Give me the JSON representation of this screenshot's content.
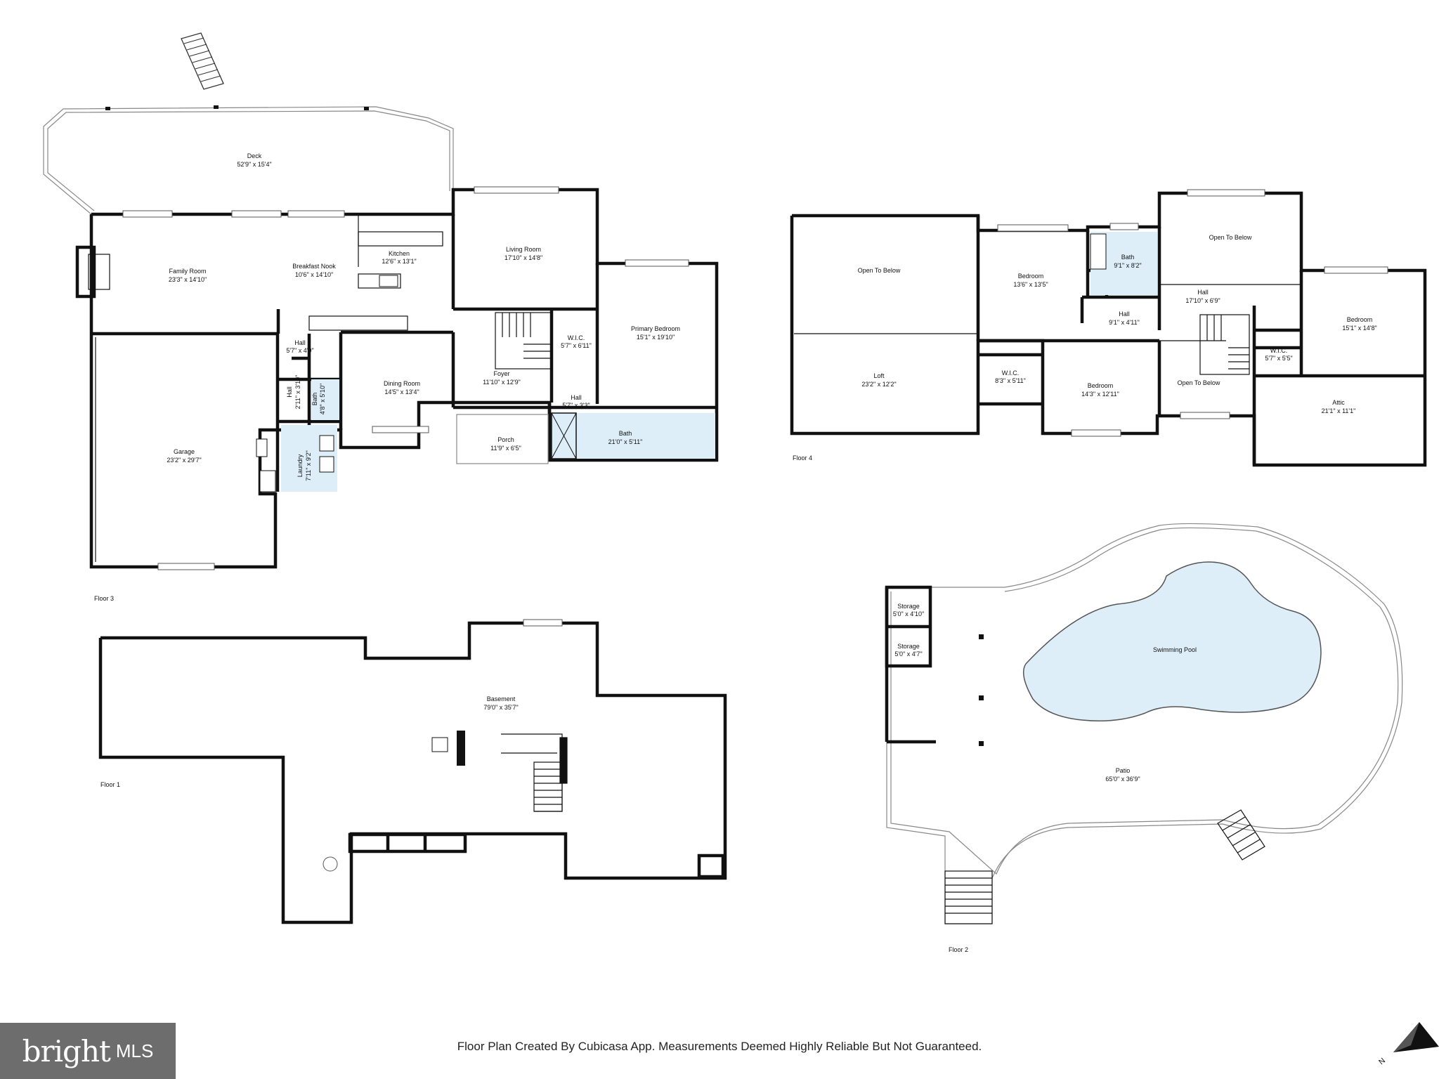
{
  "floors": {
    "floor3": "Floor 3",
    "floor4": "Floor 4",
    "floor1": "Floor 1",
    "floor2": "Floor 2"
  },
  "rooms": {
    "deck": {
      "name": "Deck",
      "dim": "52'9\" x 15'4\""
    },
    "family": {
      "name": "Family Room",
      "dim": "23'3\" x 14'10\""
    },
    "nook": {
      "name": "Breakfast Nook",
      "dim": "10'6\" x 14'10\""
    },
    "kitchen": {
      "name": "Kitchen",
      "dim": "12'6\" x 13'1\""
    },
    "living": {
      "name": "Living Room",
      "dim": "17'10\" x 14'8\""
    },
    "primary": {
      "name": "Primary Bedroom",
      "dim": "15'1\" x 19'10\""
    },
    "wic3": {
      "name": "W.I.C.",
      "dim": "5'7\" x 6'11\""
    },
    "hall3a": {
      "name": "Hall",
      "dim": "5'7\" x 4'9\""
    },
    "hall3b": {
      "name": "Hall",
      "dim": "2'11\" x 3'10\""
    },
    "bath3small": {
      "name": "Bath",
      "dim": "4'8\" x 5'10\""
    },
    "dining": {
      "name": "Dining Room",
      "dim": "14'5\" x 13'4\""
    },
    "foyer": {
      "name": "Foyer",
      "dim": "11'10\" x 12'9\""
    },
    "hall3c": {
      "name": "Hall",
      "dim": "5'7\" x 3'3\""
    },
    "porch": {
      "name": "Porch",
      "dim": "11'9\" x 6'5\""
    },
    "bath3": {
      "name": "Bath",
      "dim": "21'0\" x 5'11\""
    },
    "garage": {
      "name": "Garage",
      "dim": "23'2\" x 29'7\""
    },
    "laundry": {
      "name": "Laundry",
      "dim": "7'11\" x 9'2\""
    },
    "otb1": {
      "name": "Open To Below"
    },
    "loft": {
      "name": "Loft",
      "dim": "23'2\" x 12'2\""
    },
    "bed4a": {
      "name": "Bedroom",
      "dim": "13'6\" x 13'5\""
    },
    "bath4": {
      "name": "Bath",
      "dim": "9'1\" x 8'2\""
    },
    "hall4a": {
      "name": "Hall",
      "dim": "9'1\" x 4'11\""
    },
    "wic4a": {
      "name": "W.I.C.",
      "dim": "8'3\" x 5'11\""
    },
    "bed4b": {
      "name": "Bedroom",
      "dim": "14'3\" x 12'11\""
    },
    "otb2": {
      "name": "Open To Below"
    },
    "hall4b": {
      "name": "Hall",
      "dim": "17'10\" x 6'9\""
    },
    "otb3": {
      "name": "Open To Below"
    },
    "bed4c": {
      "name": "Bedroom",
      "dim": "15'1\" x 14'8\""
    },
    "wic4b": {
      "name": "W.I.C.",
      "dim": "5'7\" x 5'5\""
    },
    "attic": {
      "name": "Attic",
      "dim": "21'1\" x 11'1\""
    },
    "basement": {
      "name": "Basement",
      "dim": "79'0\" x 35'7\""
    },
    "storage1": {
      "name": "Storage",
      "dim": "5'0\" x 4'10\""
    },
    "storage2": {
      "name": "Storage",
      "dim": "5'0\" x 4'7\""
    },
    "pool": {
      "name": "Swimming Pool"
    },
    "patio": {
      "name": "Patio",
      "dim": "65'0\" x 36'9\""
    }
  },
  "footer": {
    "disclaimer": "Floor Plan Created By Cubicasa App. Measurements Deemed Highly Reliable But Not Guaranteed."
  },
  "brand": {
    "word": "bright",
    "suffix": "MLS"
  },
  "compass": {
    "letter": "N"
  }
}
